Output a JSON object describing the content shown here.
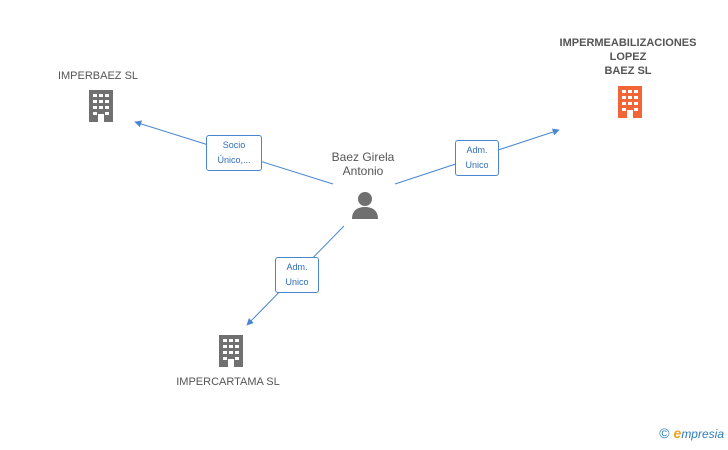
{
  "nodes": {
    "person": {
      "label_line1": "Baez Girela",
      "label_line2": "Antonio",
      "icon": "person-icon"
    },
    "company_focus": {
      "label_line1": "IMPERMEABILIZACIONES",
      "label_line2": "LOPEZ",
      "label_line3": "BAEZ SL",
      "icon": "building-icon",
      "color": "#f26536"
    },
    "company_1": {
      "label": "IMPERBAEZ SL",
      "icon": "building-icon",
      "color": "#707070"
    },
    "company_2": {
      "label": "IMPERCARTAMA SL",
      "icon": "building-icon",
      "color": "#707070"
    }
  },
  "edges": [
    {
      "from": "person",
      "to": "company_1",
      "label_line1": "Socio",
      "label_line2": "Único,..."
    },
    {
      "from": "person",
      "to": "company_focus",
      "label_line1": "Adm.",
      "label_line2": "Unico"
    },
    {
      "from": "person",
      "to": "company_2",
      "label_line1": "Adm.",
      "label_line2": "Unico"
    }
  ],
  "edge_color": "#4a86d0",
  "brand": {
    "copyright": "©",
    "initial": "e",
    "name": "mpresia"
  }
}
